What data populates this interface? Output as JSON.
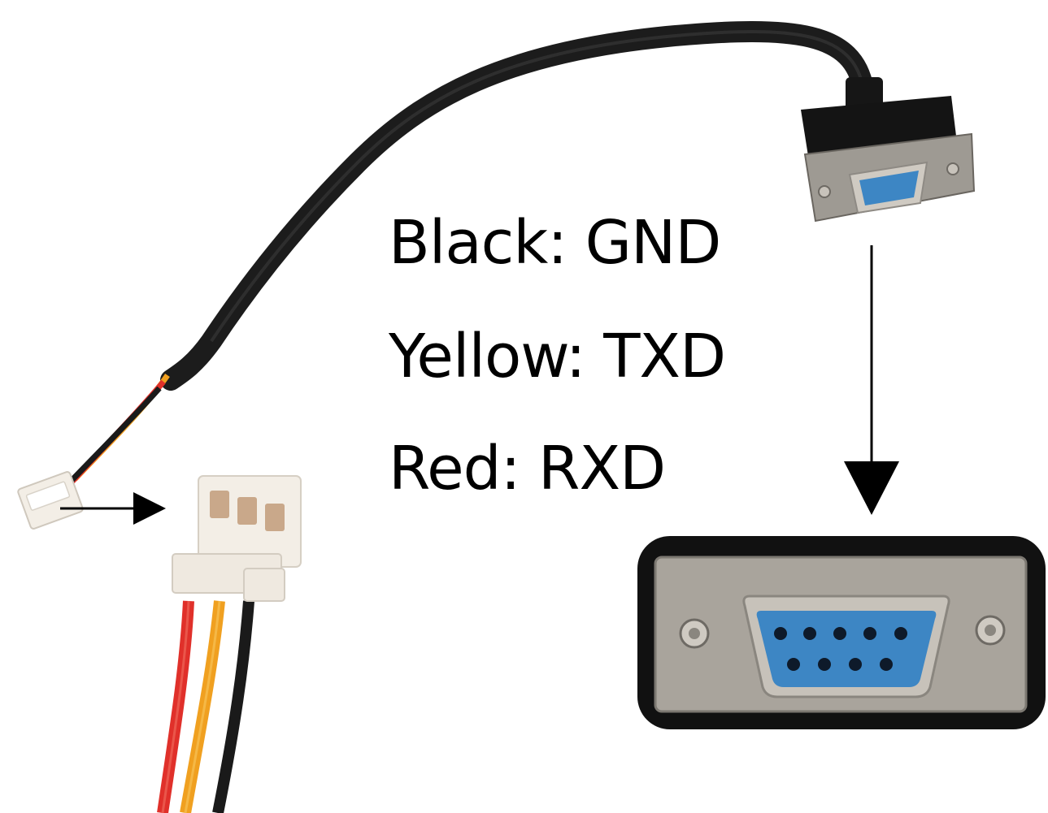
{
  "pinout": {
    "black": {
      "label": "Black: GND",
      "color": "#1a1a1a"
    },
    "yellow": {
      "label": "Yellow: TXD",
      "color": "#f0a020"
    },
    "red": {
      "label": "Red: RXD",
      "color": "#e0302a"
    }
  },
  "colors": {
    "cable": "#1c1c1c",
    "connector_body": "#111111",
    "metal_shell": "#a9a49c",
    "db9_insert": "#3d86c4",
    "jst_housing": "#f3eee6",
    "arrow": "#000000"
  },
  "icons": {
    "db9": "db9-female-connector-icon",
    "jst": "jst-3pin-connector-icon",
    "arrow": "arrow-icon"
  }
}
